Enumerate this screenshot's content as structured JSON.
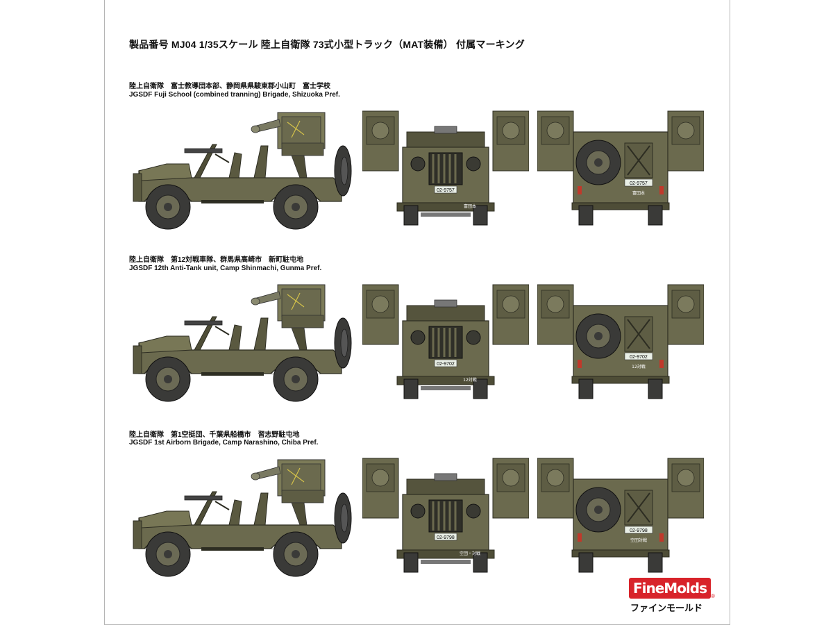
{
  "title": "製品番号 MJ04 1/35スケール 陸上自衛隊 73式小型トラック（MAT装備） 付属マーキング",
  "sections": [
    {
      "jp": "陸上自衛隊　富士教導団本部、静岡県県駿東郡小山町　富士学校",
      "en": "JGSDF Fuji School (combined tranning) Brigade, Shizuoka Pref.",
      "plate": "02-9757",
      "front_mark": "富団本",
      "rear_mark": "富団本"
    },
    {
      "jp": "陸上自衛隊　第12対戦車隊、群馬県高崎市　新町駐屯地",
      "en": "JGSDF 12th Anti-Tank unit, Camp Shinmachi, Gunma Pref.",
      "plate": "02-9702",
      "front_mark": "12対戦",
      "rear_mark": "12対戦"
    },
    {
      "jp": "陸上自衛隊　第1空挺団、千葉県船橋市　習志野駐屯地",
      "en": "JGSDF 1st Airborn Brigade, Camp Narashino, Chiba Pref.",
      "plate": "02-9798",
      "front_mark": "空団・対戦",
      "rear_mark": "空団対戦"
    }
  ],
  "logo": {
    "name": "FineMolds",
    "kana": "ファインモールド",
    "reg": "®"
  },
  "colors": {
    "olive": "#6b6a4e",
    "olive_dark": "#4e4d37",
    "olive_light": "#84835f",
    "tire": "#3a3a38",
    "plate": "#e9efe6"
  }
}
